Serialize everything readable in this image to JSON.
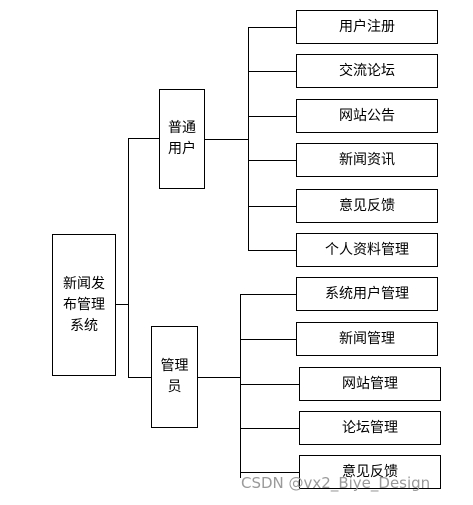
{
  "root": {
    "lines": [
      "新闻发",
      "布管理",
      "系统"
    ]
  },
  "branches": [
    {
      "lines": [
        "普通",
        "用户"
      ],
      "children": [
        "用户注册",
        "交流论坛",
        "网站公告",
        "新闻资讯",
        "意见反馈",
        "个人资料管理"
      ]
    },
    {
      "lines": [
        "管理",
        "员"
      ],
      "children": [
        "系统用户管理",
        "新闻管理",
        "网站管理",
        "论坛管理",
        "意见反馈"
      ]
    }
  ],
  "watermark": "CSDN @vx2_Biye_Design"
}
